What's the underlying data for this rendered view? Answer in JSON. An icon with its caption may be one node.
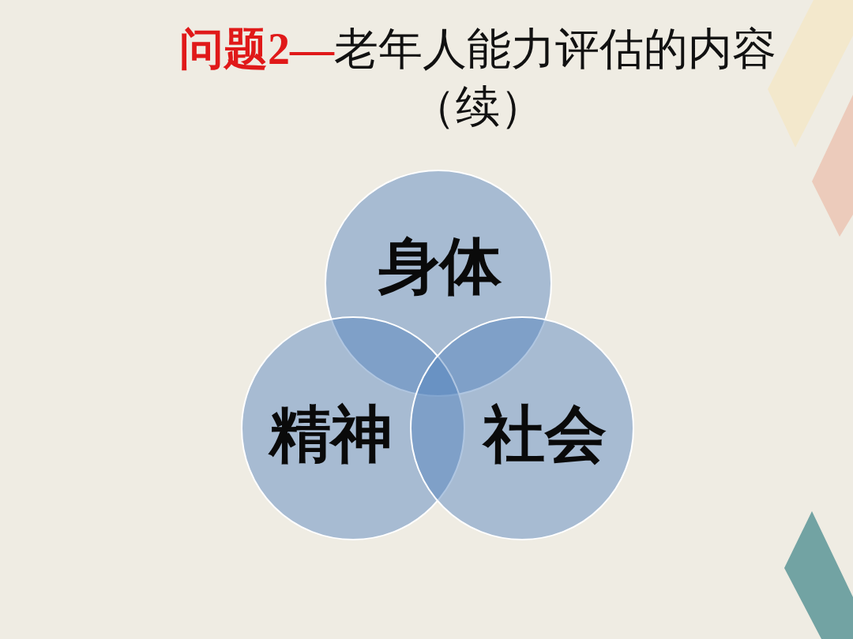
{
  "diagram": {
    "title": "**问题2—**老年人能力评估的内容（续）",
    "nodes": [
      {
        "text": [
          "身体"
        ]
      },
      {
        "text": [
          "精神"
        ]
      },
      {
        "text": [
          "社会"
        ]
      }
    ]
  }
}
